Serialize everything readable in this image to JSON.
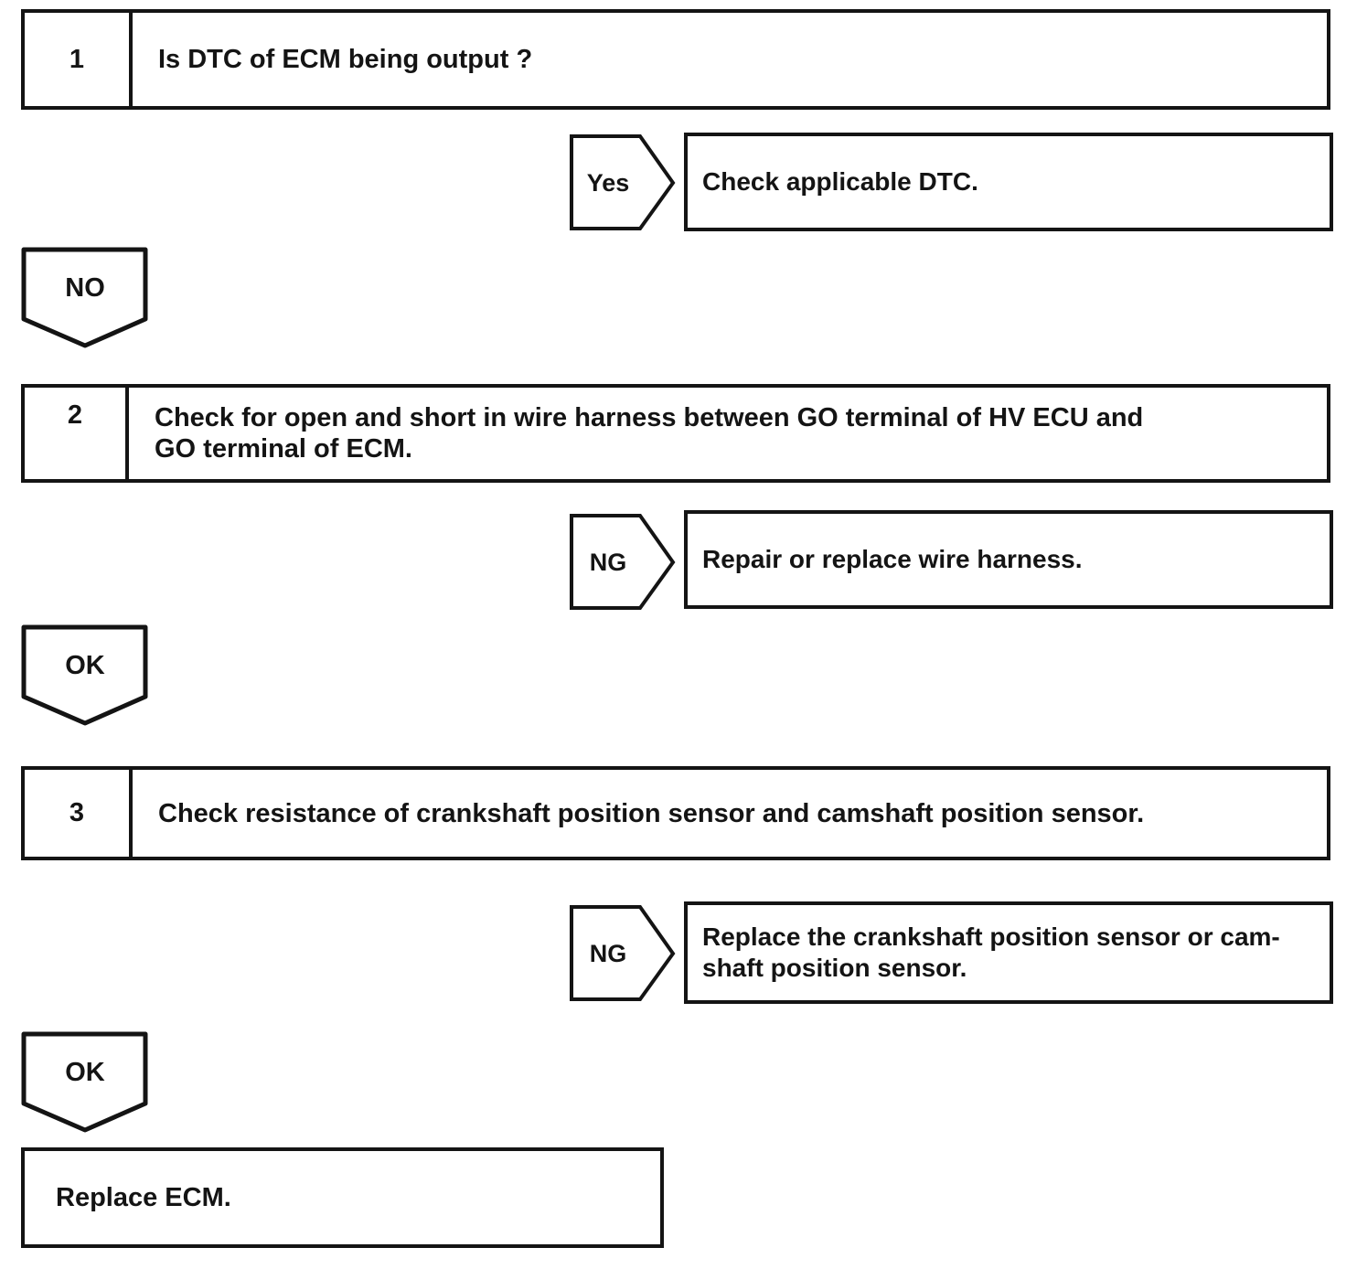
{
  "colors": {
    "ink": "#141414",
    "paper": "#ffffff"
  },
  "flowchart": {
    "step1": {
      "number": "1",
      "lines": [
        "Is DTC of ECM being output ?"
      ],
      "branch": {
        "label": "Yes",
        "lines": [
          "Check applicable DTC."
        ]
      },
      "next_label": "NO"
    },
    "step2": {
      "number": "2",
      "lines": [
        "Check for open and short in wire harness between GO terminal of HV ECU and",
        "GO terminal of ECM."
      ],
      "branch": {
        "label": "NG",
        "lines": [
          "Repair or replace wire harness."
        ]
      },
      "next_label": "OK"
    },
    "step3": {
      "number": "3",
      "lines": [
        "Check resistance of crankshaft position sensor and camshaft position sensor."
      ],
      "branch": {
        "label": "NG",
        "lines": [
          "Replace the crankshaft position sensor or cam-",
          "shaft position sensor."
        ]
      },
      "next_label": "OK"
    },
    "final": {
      "lines": [
        "Replace ECM."
      ]
    }
  }
}
